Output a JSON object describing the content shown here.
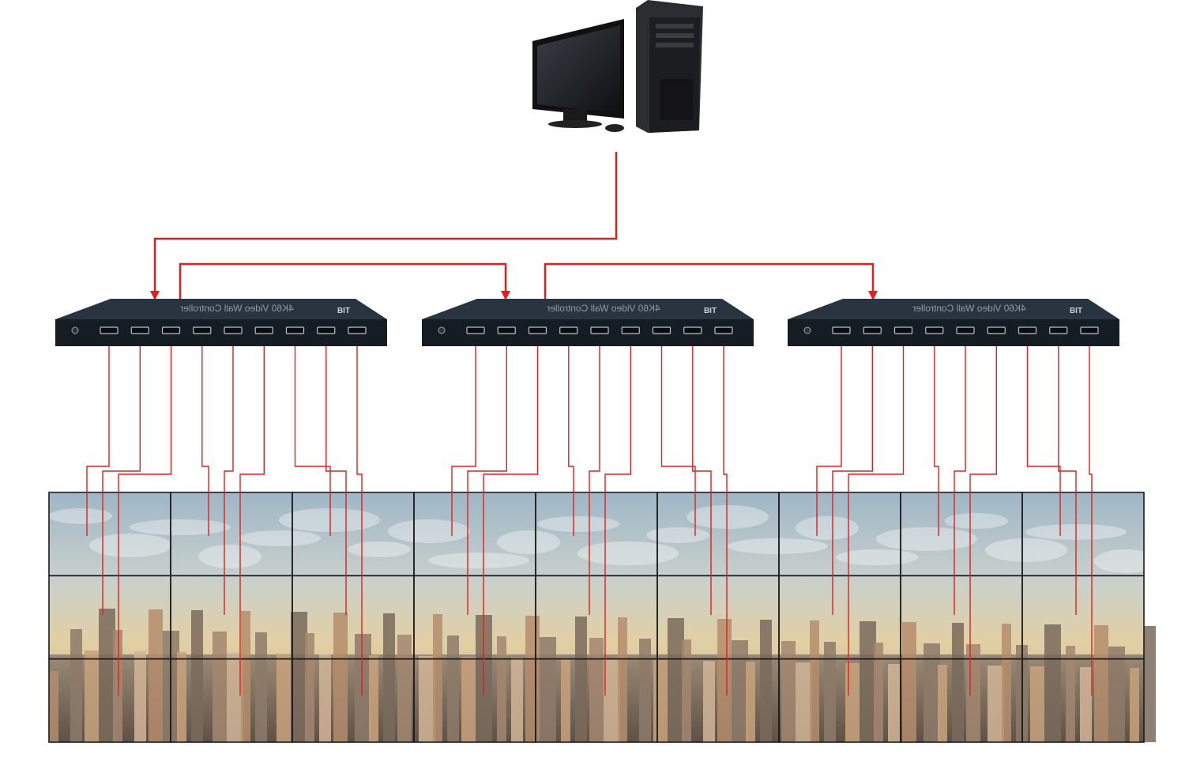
{
  "colors": {
    "background": "#ffffff",
    "wire": "#e0201c",
    "device_body": "#1e2630",
    "device_top": "#2a3440",
    "device_front": "#161c24",
    "port": "#b9c2cc",
    "bezel": "#1a1a1a",
    "sky_top": "#9fb6c6",
    "sky_mid": "#c9d0cc",
    "sky_horizon": "#e2cfa4",
    "city": "#8a7c6c"
  },
  "icons": {
    "source": "desktop-computer-icon",
    "controller": "video-wall-controller-icon",
    "screen": "display-panel-icon"
  },
  "diagram": {
    "source": {
      "kind": "computer"
    },
    "controllers": [
      {
        "label": "4K60 Video Wall Controller",
        "brand": "BIT",
        "port_count": 9
      },
      {
        "label": "4K60 Video Wall Controller",
        "brand": "BIT",
        "port_count": 9
      },
      {
        "label": "4K60 Video Wall Controller",
        "brand": "BIT",
        "port_count": 9
      }
    ],
    "video_wall": {
      "rows": 3,
      "cols": 9
    }
  }
}
